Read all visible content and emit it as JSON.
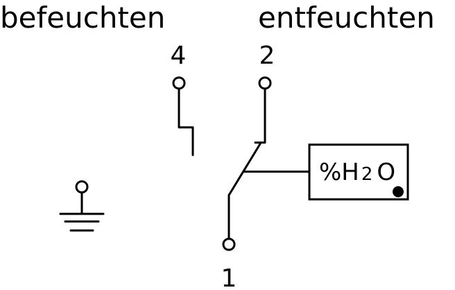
{
  "labels": {
    "humidify": "befeuchten",
    "dehumidify": "entfeuchten"
  },
  "terminals": {
    "t4": "4",
    "t2": "2",
    "t1": "1"
  },
  "sensor": {
    "prefix": "%H",
    "subscript": "2",
    "suffix": "O"
  }
}
